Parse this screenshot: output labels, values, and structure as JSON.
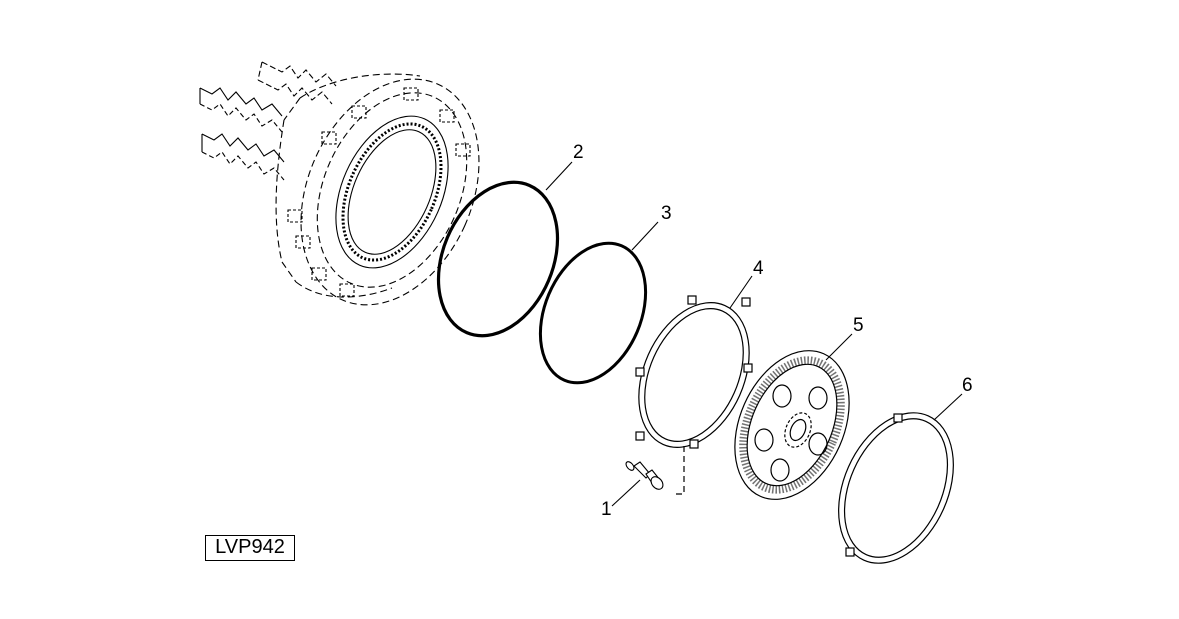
{
  "diagram": {
    "reference_code": "LVP942",
    "callouts": [
      {
        "id": "1",
        "label": "1"
      },
      {
        "id": "2",
        "label": "2"
      },
      {
        "id": "3",
        "label": "3"
      },
      {
        "id": "4",
        "label": "4"
      },
      {
        "id": "5",
        "label": "5"
      },
      {
        "id": "6",
        "label": "6"
      }
    ]
  },
  "colors": {
    "line": "#000000",
    "background": "#ffffff"
  }
}
